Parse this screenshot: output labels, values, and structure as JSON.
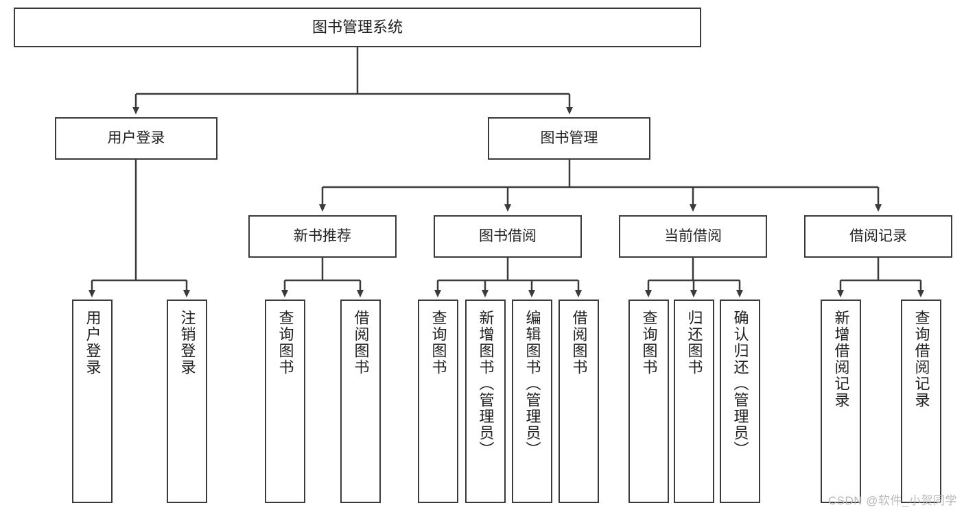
{
  "diagram": {
    "title": "图书管理系统",
    "type": "hierarchy-tree",
    "root": {
      "label": "图书管理系统"
    },
    "level2": [
      {
        "label": "用户登录"
      },
      {
        "label": "图书管理"
      }
    ],
    "level3": [
      {
        "label": "新书推荐"
      },
      {
        "label": "图书借阅"
      },
      {
        "label": "当前借阅"
      },
      {
        "label": "借阅记录"
      }
    ],
    "leaves": {
      "user_login": [
        {
          "label": "用户登录"
        },
        {
          "label": "注销登录"
        }
      ],
      "new_book_recommend": [
        {
          "label": "查询图书"
        },
        {
          "label": "借阅图书"
        }
      ],
      "book_borrow": [
        {
          "label": "查询图书"
        },
        {
          "label": "新增图书（管理员）"
        },
        {
          "label": "编辑图书（管理员）"
        },
        {
          "label": "借阅图书"
        }
      ],
      "current_borrow": [
        {
          "label": "查询图书"
        },
        {
          "label": "归还图书"
        },
        {
          "label": "确认归还（管理员）"
        }
      ],
      "borrow_record": [
        {
          "label": "新增借阅记录"
        },
        {
          "label": "查询借阅记录"
        }
      ]
    }
  },
  "watermark": {
    "text": "CSDN @软件_小贺同学"
  },
  "colors": {
    "border": "#3a3a3a",
    "text": "#222222",
    "background": "#ffffff",
    "watermark": "#b9b9b9"
  }
}
